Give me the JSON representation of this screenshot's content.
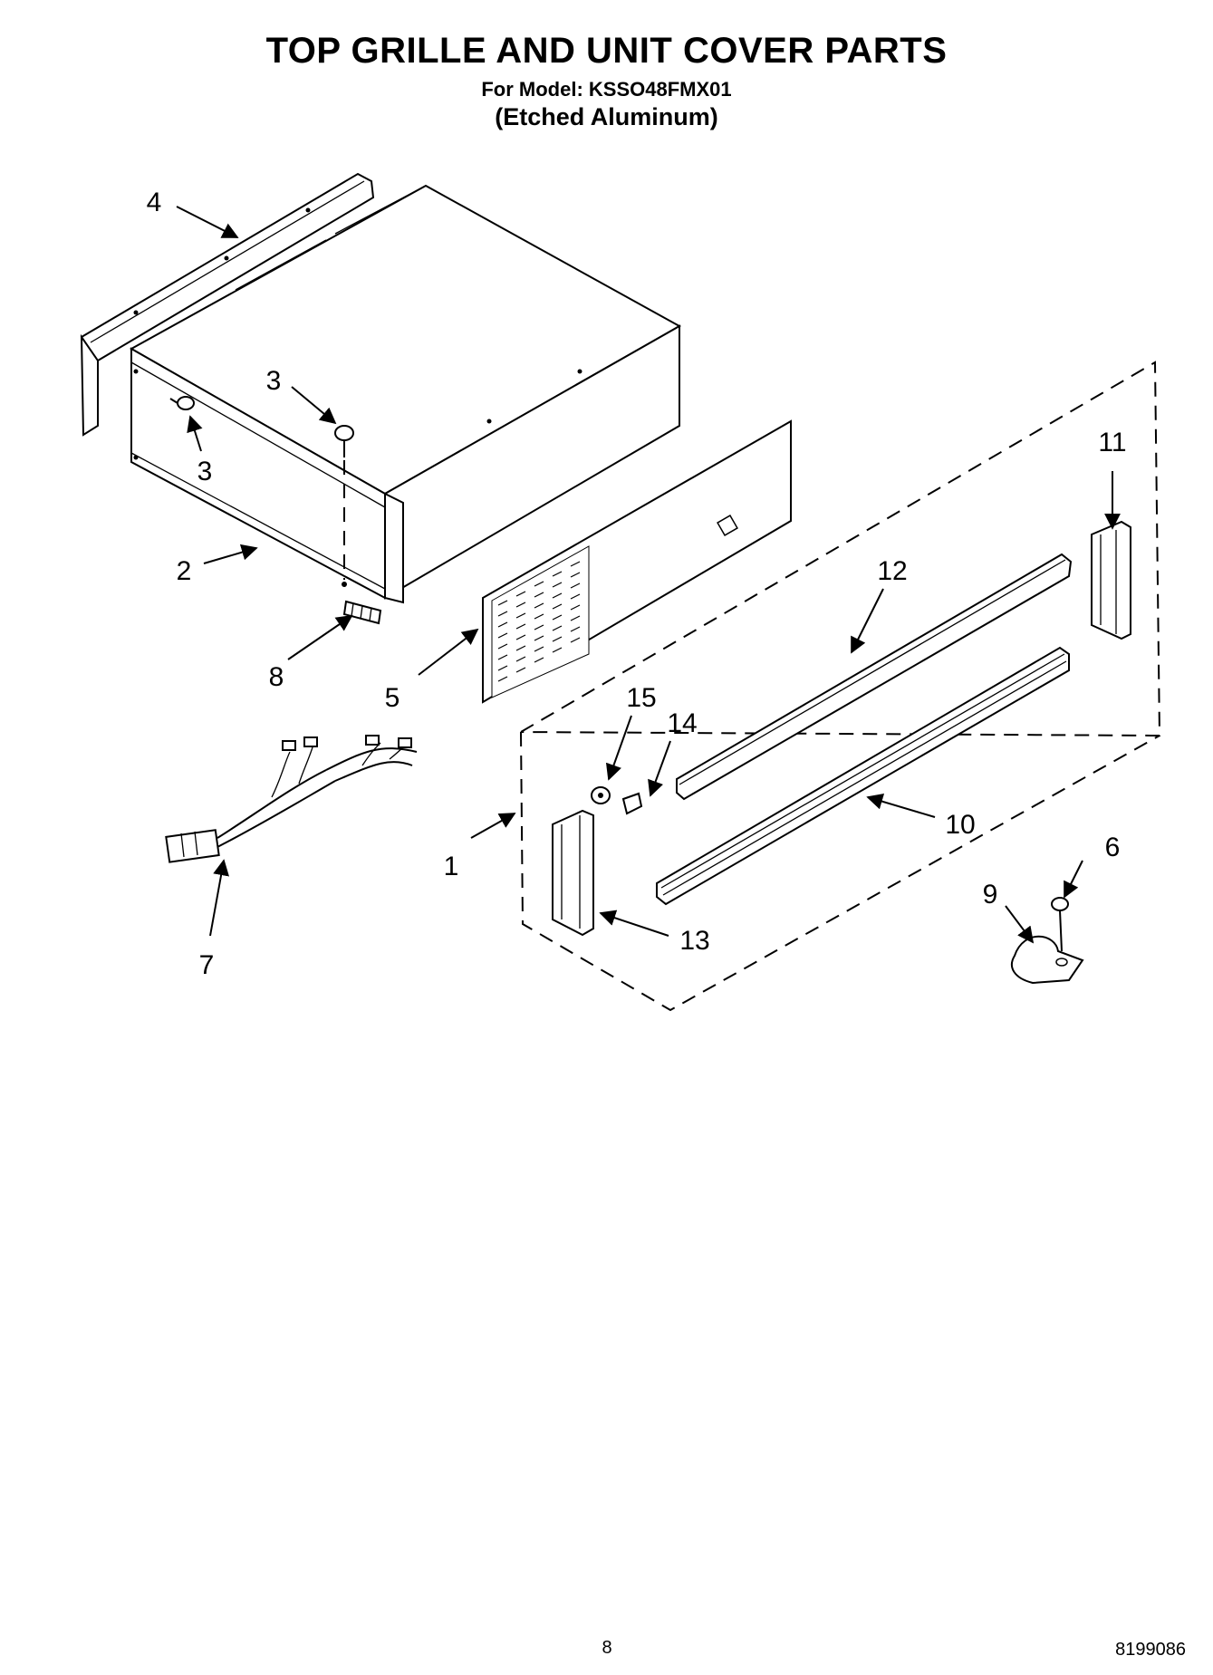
{
  "header": {
    "title": "TOP GRILLE AND UNIT COVER PARTS",
    "model_line": "For Model: KSSO48FMX01",
    "finish_line": "(Etched Aluminum)"
  },
  "callouts": {
    "c1": "1",
    "c2": "2",
    "c3a": "3",
    "c3b": "3",
    "c4": "4",
    "c5": "5",
    "c6": "6",
    "c7": "7",
    "c8": "8",
    "c9": "9",
    "c10": "10",
    "c11": "11",
    "c12": "12",
    "c13": "13",
    "c14": "14",
    "c15": "15"
  },
  "footer": {
    "page_number": "8",
    "document_number": "8199086"
  }
}
